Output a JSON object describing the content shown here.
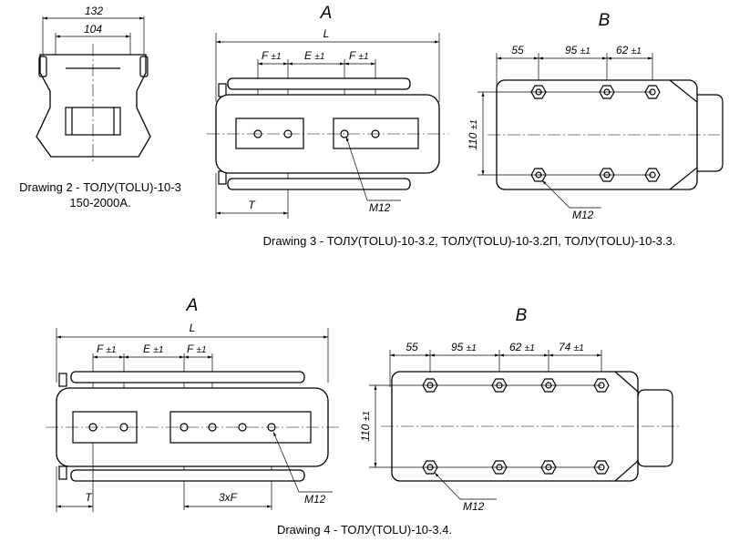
{
  "drawing2": {
    "dim_outer": "132",
    "dim_inner": "104",
    "caption_line1": "Drawing 2 - ТОЛУ(TOLU)-10-3",
    "caption_line2": "150-2000А."
  },
  "drawing3": {
    "view_a": "A",
    "view_b": "B",
    "dim_L": "L",
    "dim_F": "F",
    "dim_E": "E",
    "tol": "±1",
    "dim_T": "T",
    "thread": "M12",
    "dim_55": "55",
    "dim_95": "95",
    "dim_62": "62",
    "dim_110": "110",
    "caption": "Drawing 3 - ТОЛУ(TOLU)-10-3.2, ТОЛУ(TOLU)-10-3.2П, ТОЛУ(TOLU)-10-3.3."
  },
  "drawing4": {
    "view_a": "A",
    "view_b": "B",
    "dim_L": "L",
    "dim_F": "F",
    "dim_E": "E",
    "tol": "±1",
    "dim_T": "T",
    "dim_3xF": "3xF",
    "thread": "M12",
    "dim_55": "55",
    "dim_95": "95",
    "dim_62": "62",
    "dim_74": "74",
    "dim_110": "110",
    "caption": "Drawing 4 - ТОЛУ(TOLU)-10-3.4."
  }
}
